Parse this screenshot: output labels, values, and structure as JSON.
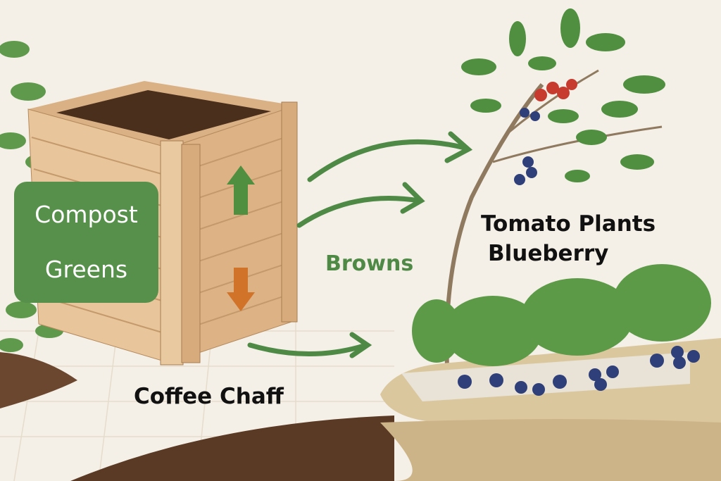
{
  "labels": {
    "compost": "Compost",
    "greens": "Greens",
    "browns": "Browns",
    "tomato_plants": "Tomato Plants",
    "blueberry": "Blueberry",
    "coffee_chaff": "Coffee Chaff"
  },
  "colors": {
    "background": "#f4f0e7",
    "label_green": "#56904a",
    "arrow_green": "#4e8a45",
    "arrow_orange": "#d2732a",
    "wood": "#e3bf93",
    "soil": "#5a3a24"
  }
}
